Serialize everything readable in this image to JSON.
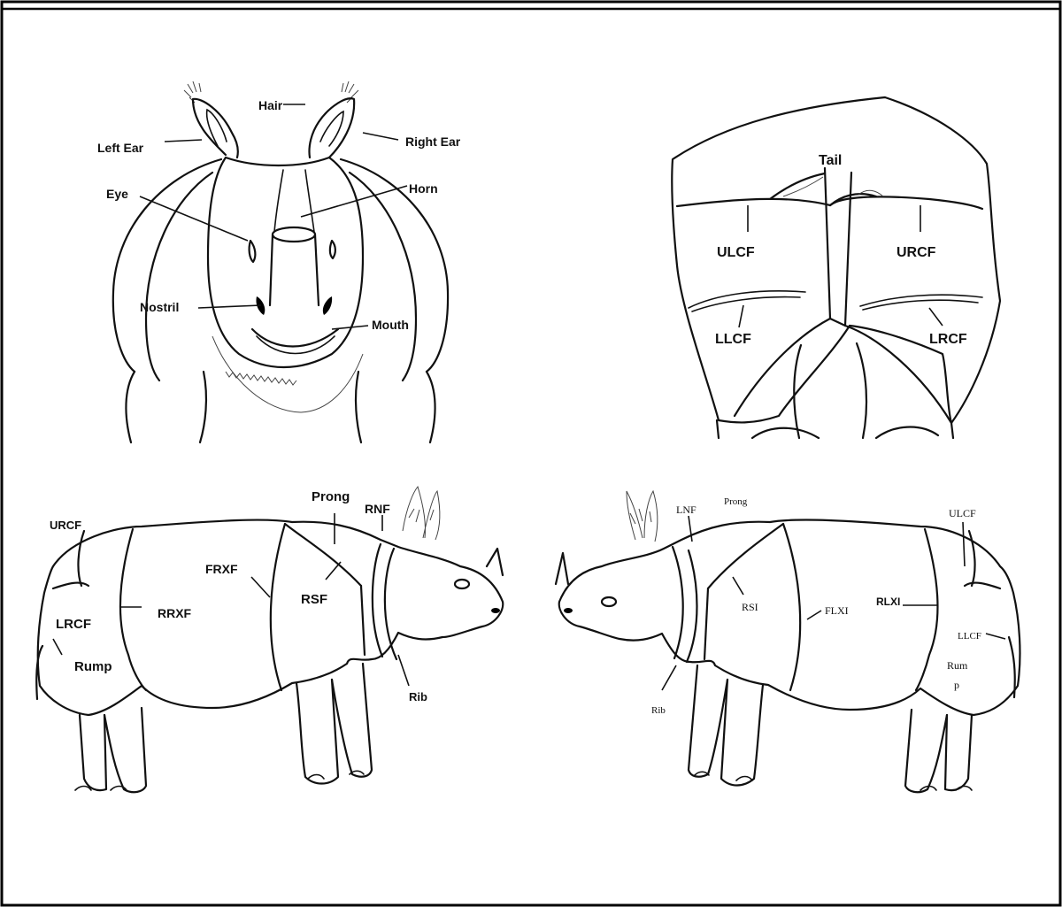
{
  "front_view": {
    "labels": {
      "hair": "Hair",
      "left_ear": "Left Ear",
      "right_ear": "Right Ear",
      "eye": "Eye",
      "horn": "Horn",
      "nostril": "Nostril",
      "mouth": "Mouth"
    }
  },
  "rear_view": {
    "labels": {
      "tail": "Tail",
      "ulcf": "ULCF",
      "urcf": "URCF",
      "llcf": "LLCF",
      "lrcf": "LRCF"
    }
  },
  "right_side_view": {
    "labels": {
      "urcf": "URCF",
      "lrcf": "LRCF",
      "rump": "Rump",
      "rrxf": "RRXF",
      "frxf": "FRXF",
      "prong": "Prong",
      "rsf": "RSF",
      "rnf": "RNF",
      "rib": "Rib"
    }
  },
  "left_side_view": {
    "labels": {
      "lnf": "LNF",
      "prong": "Prong",
      "ulcf": "ULCF",
      "rsi": "RSI",
      "flxi": "FLXI",
      "rlxi": "RLXI",
      "llcf": "LLCF",
      "rump": "Rum\np",
      "rib": "Rib"
    }
  }
}
